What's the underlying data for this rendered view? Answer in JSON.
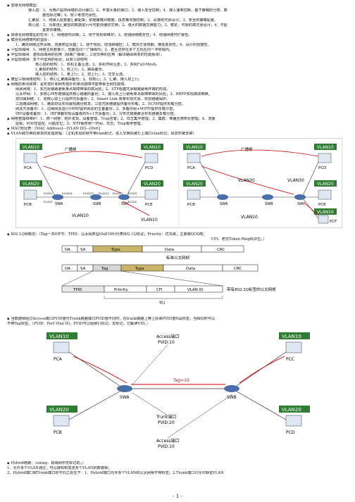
{
  "text": {
    "l1": "层级化网络模型：",
    "l2": "接入层：1、为用户提供网络的访问接口；2、丰富大量的接口；3、接入安全控制；4、接入速率控制、基于策略的分类、数",
    "l3": "据包标记等；5、较少考虑冗余性。",
    "l4": "汇聚层：1、将接入层数据汇聚起来，依据策略对数据、信息等实施控制；2、必要的冗余设计；3、安全的策略配置。",
    "l5": "核心层：1、对来自汇聚层的数据进行尽可能快速的交换；2、强大的数据交换能力；3、稳定、可靠的高冗余设计；4、不配",
    "l6": "置复杂策略。",
    "l7": "层级化网络模型的优点：1、网络结构清晰；2、便于规划和维护；3、增强网络稳定性；4、增强网络可扩展性。",
    "l8": "模块化网络架构的益处：",
    "l9": "1、确定网络边界清晰，流量类型清楚；2、便于规划，增加和缩控；3、模块方便增删，降低复杂性；4、设计的完整性。",
    "l10": "小型局域网：1、网络主机数量少，但都在同一广播域内；2、甚至还存在多个主机在同一冲突域内。",
    "l11": "中型局域网：虚拟局域网的应用（隔离广播域），三层交换的应用（解决路由转发的性能瓶颈）。",
    "l12": "大型局域网：多个中型网的组合，具有三层结构",
    "l13": "核心层的结构：1、双机主备互连；2、多机环网互连；3、多机Full-Mesh。",
    "l14": "汇聚层的结构：1、双上行；2、路由备份。",
    "l15": "接入层的结构：1、单上行；2、双上行；3、交叉互连。",
    "l16": "典型三级网络结构：1、核心汇聚路由备份；2、双核心；3、汇聚、接入双上行。",
    "l17": "网络的单点故障：星形拓扑和树形拓扑的单点故障可能带来全网性故障。",
    "l18": "网状网络：1、多冗余链路避免单点故障带来的高风险；2、STP阻塞冗余链路避免环路的形成。",
    "l19": "以太环网：1、多核心环形链接提供核心链路的备份；2、接入双上行避免单点故障带来的风险；3、RRPP实现高效倒换。",
    "l20": "双归属网络：1、双核心双上行提供冗余备份；2、Smart Link 简单实现冗余，实现链路保护。",
    "l21": "三层路由网络：1、路由协议实现最短路径转发，三层冗余链路提供备份负载；2、ECMP提供负载分担。",
    "l22": "网关冗余备份：1、边缘网关运行VRRP提供网关的主备备份；2、多备份组+MSTP提供负载分担。",
    "l23": "IRF设备级备份：1、IRF堆叠实现设备级的N+1冗余备份；2、分布式链路聚合实现链路负载分担。",
    "l24": "网络管理和维护：1、统一网管：拓扑发现、设备管理、Trap告警；2、日志集中管理；3、集群、堆叠应用简化管理；4、流量",
    "l25": "监视，针对性监控，问题定位；5、NTP服务统一时间，日志、Trap有序管理。",
    "l26": "MAC地址表：[MAC Address]---[VLAN ID]---[Port]",
    "l27": "VLAN跨交换机转发的处理流程：（主机发出的帧不带vlan标记，进入交换机被打上端口vlan标记，出去时被去掉）",
    "l28": "802.1Q帧格式：（Tag一共4字节：TPID：以太网类型(0x8100)代表802.1Q协议；Priority：优先级，主要做QOS用；",
    "l29": "CFI：老式Token Ring标识位。）",
    "l30": "当数据帧经过Access端口PVID值与Trunk链路端口PVID值不同时，在trunk链路上带上原来PVID值Tag标签，当相同时可以",
    "l31": "不带Tag标签。（PVID：Port Vlan ID，PVID可以给帧打标记，去标记，它解读VID。）",
    "l32": "Hybrid链路：（untag：局域网中无标记的。）",
    "l33": "1、允许多个VLAN通过，可以接收和发送多个VLAN的数据帧；",
    "l34": "2、Hybrid端口和Trunk端口的不同之处在于：1、Hybrid端口允许多个VLAN的以太网帧不带标签；2.Trunk端口只允许缺省VLAN"
  },
  "diagram1": {
    "vlans": [
      "VLAN10",
      "VLAN20",
      "VLAN20",
      "VLAN10"
    ],
    "pcs": [
      "PCA",
      "PCB",
      "PCD",
      "PCE"
    ],
    "switches": [
      "SWA",
      "SWB",
      "SWC"
    ],
    "ports": [
      "E1/0/1",
      "E1/0/2",
      "E1/0/3",
      "E1/0/1",
      "E1/0/4",
      "E1/0/24",
      "E1/0/23",
      "E1/0/21",
      "E1/0/22",
      "E1/0/3",
      "E1/0/2"
    ],
    "broadcast": "广播帧",
    "vlan_tags": [
      "VLAN10",
      "VLAN10"
    ]
  },
  "diagram2": {
    "vlans": [
      "VLAN10",
      "VLAN20",
      "VLAN20",
      "VLAN10",
      "VLAN10"
    ],
    "pcs": [
      "PCA",
      "PCB",
      "PCD",
      "PCE",
      "PCF"
    ],
    "switches": [
      "SWA",
      "SWB",
      "SWC"
    ],
    "broadcast": "广播帧",
    "vlan_tags": [
      "VLAN30",
      "VLAN10",
      "VLAN30"
    ]
  },
  "frame": {
    "top": [
      "DA",
      "SA",
      "Type",
      "Data",
      "CRC"
    ],
    "top_caption": "标准以太网帧",
    "bottom": [
      "DA",
      "SA",
      "Tag",
      "Type",
      "Data",
      "CRC"
    ],
    "fields": [
      "TPID",
      "Priority",
      "CFI",
      "VLAN ID"
    ],
    "tci": "TCI",
    "bottom_caption": "带有802.1Q标签的以太网帧"
  },
  "diagram3": {
    "vlans": [
      "VLAN10",
      "VLAN20",
      "VLAN10",
      "VLAN20"
    ],
    "pcs": [
      "PCA",
      "PCB",
      "PCC",
      "PCD"
    ],
    "switches": [
      "SWA",
      "SWB"
    ],
    "access_top": "Access端口",
    "pvid_top": "PVID:10",
    "tag": "Tag=10",
    "trunk": "Trunk端口",
    "pvid_trunk": "PVID:20",
    "access_bottom": "Access端口",
    "pvid_bottom": "PVID:10"
  },
  "page_number": "- 1 -"
}
